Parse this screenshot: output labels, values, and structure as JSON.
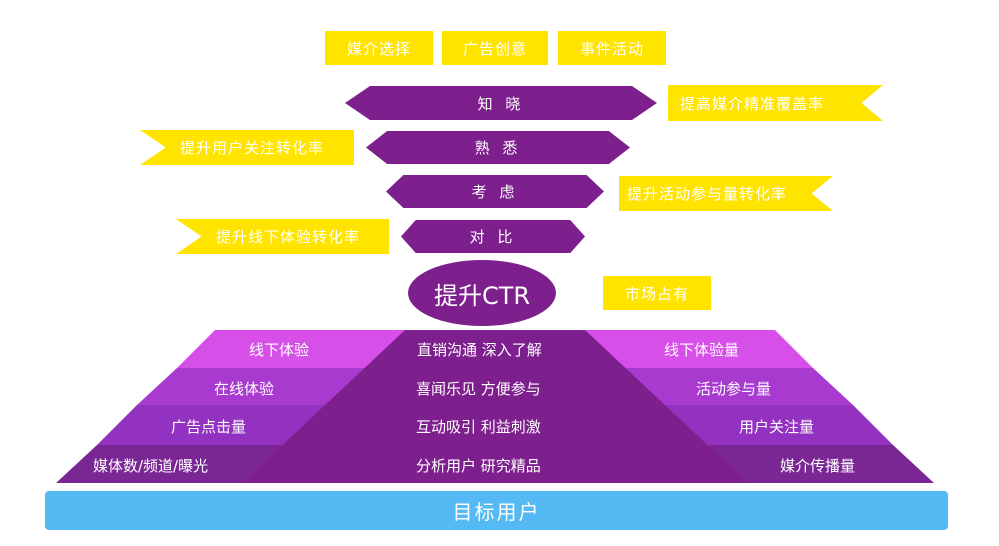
{
  "top_boxes": [
    "媒介选择",
    "广告创意",
    "事件活动"
  ],
  "funnel": [
    "知 晓",
    "熟 悉",
    "考 虑",
    "对 比"
  ],
  "flags": {
    "right1": "提高媒介精准覆盖率",
    "left1": "提升用户关注转化率",
    "right2": "提升活动参与量转化率",
    "left2": "提升线下体验转化率"
  },
  "ctr": "提升CTR",
  "market": "市场占有",
  "pyramid": {
    "left": [
      "线下体验",
      "在线体验",
      "广告点击量",
      "媒体数/频道/曝光"
    ],
    "center": [
      "直销沟通  深入了解",
      "喜闻乐见  方便参与",
      "互动吸引  利益刺激",
      "分析用户  研究精品"
    ],
    "right": [
      "线下体验量",
      "活动参与量",
      "用户关注量",
      "媒介传播量"
    ]
  },
  "base": "目标用户",
  "colors": {
    "yellow": "#ffe400",
    "purple": "#7e1f8e",
    "blue": "#55b9f3",
    "magenta_light": "#d64fe9"
  }
}
